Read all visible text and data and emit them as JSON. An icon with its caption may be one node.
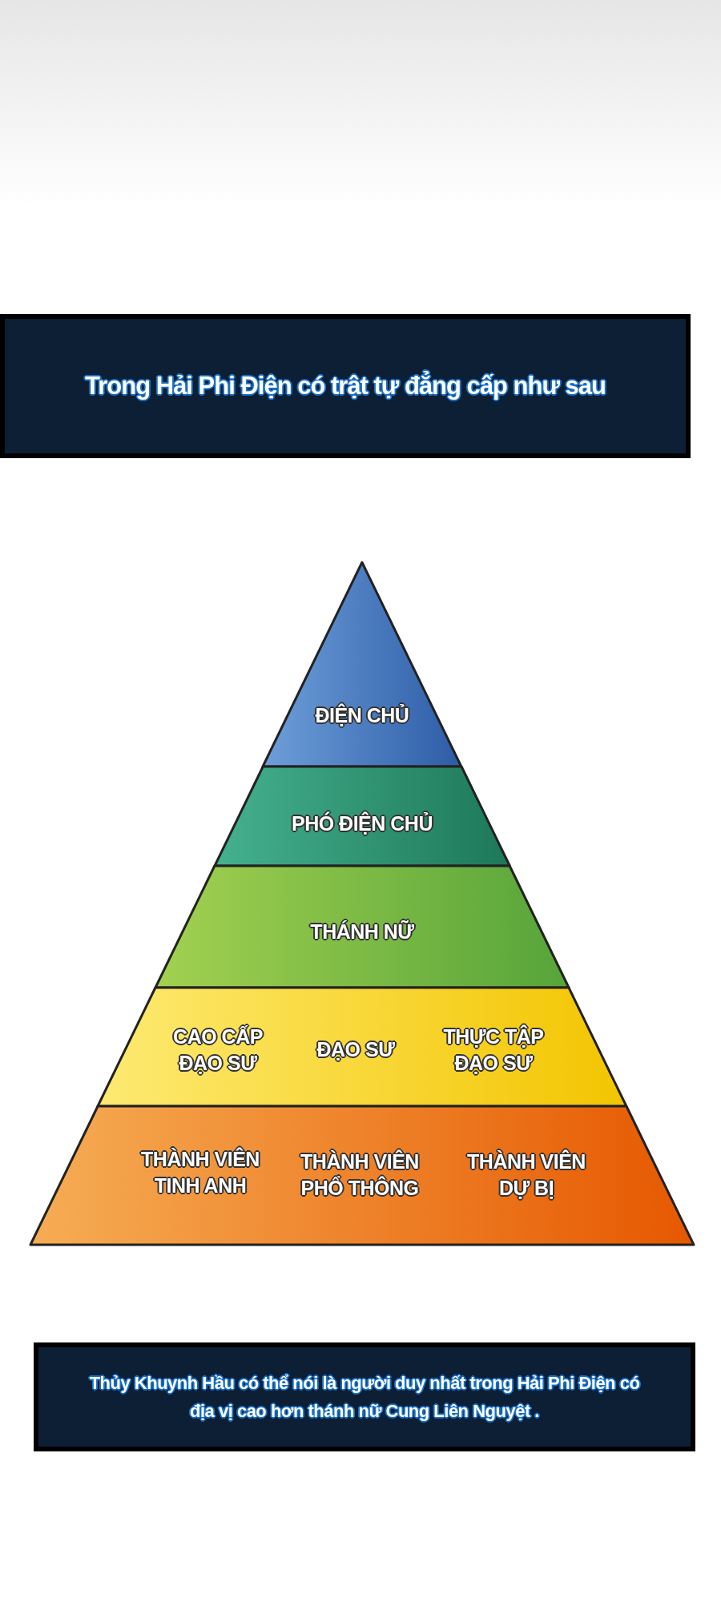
{
  "diagram": {
    "title": "Trong Hải Phi Điện có trật tự đẳng cấp như sau",
    "nodes": [
      {
        "text": [
          "ĐIỆN CHỦ"
        ]
      },
      {
        "text": [
          "PHÓ ĐIỆN CHỦ"
        ]
      },
      {
        "text": [
          "THÁNH NỮ"
        ]
      },
      {
        "text": [
          "CAO CẤP ĐẠO SƯ",
          "ĐẠO SƯ",
          "THỰC TẬP ĐẠO SƯ"
        ]
      },
      {
        "text": [
          "THÀNH VIÊN TINH ANH",
          "THÀNH VIÊN PHỔ THÔNG",
          "THÀNH VIÊN DỰ BỊ"
        ]
      }
    ],
    "caption": "Thủy Khuynh Hầu có thể nói là người duy nhất trong Hải Phi Điện có địa vị cao hơn thánh nữ Cung Liên Nguyệt ."
  }
}
